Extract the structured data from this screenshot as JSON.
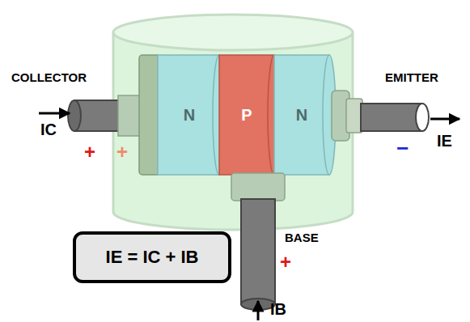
{
  "diagram": {
    "nodes": [
      {
        "text": [
          "N"
        ]
      },
      {
        "text": [
          "P"
        ]
      },
      {
        "text": [
          "N"
        ]
      },
      {
        "text": [
          "IE = IC + IB"
        ]
      }
    ],
    "labels": [
      "COLLECTOR",
      "IC",
      "+",
      "+",
      "EMITTER",
      "IE",
      "−",
      "BASE",
      "+",
      "IB"
    ]
  }
}
